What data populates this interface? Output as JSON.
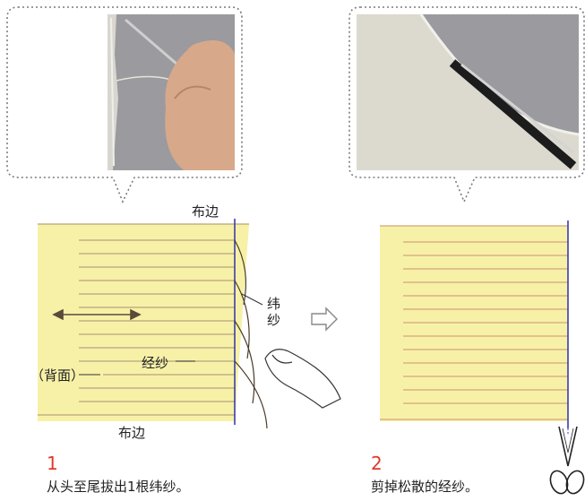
{
  "panels": [
    {
      "step": "1",
      "caption": "从头至尾拔出1根纬纱。",
      "labels": {
        "selvage_top": "布边",
        "selvage_bottom": "布边",
        "weft": "纬\n纱",
        "weft_line1": "纬",
        "weft_line2": "纱",
        "warp": "经纱",
        "back_side": "（背面）"
      },
      "photo": "pulling-thread-with-awl"
    },
    {
      "step": "2",
      "caption": "剪掉松散的经纱。",
      "photo": "cutting-fringe-with-scissors"
    }
  ],
  "colors": {
    "fabric": "#f7f1a8",
    "stripe": "#b9a47a",
    "guide_line": "#3b3fa8",
    "step_number": "#e2382a",
    "bubble_border": "#7a7a7a"
  }
}
